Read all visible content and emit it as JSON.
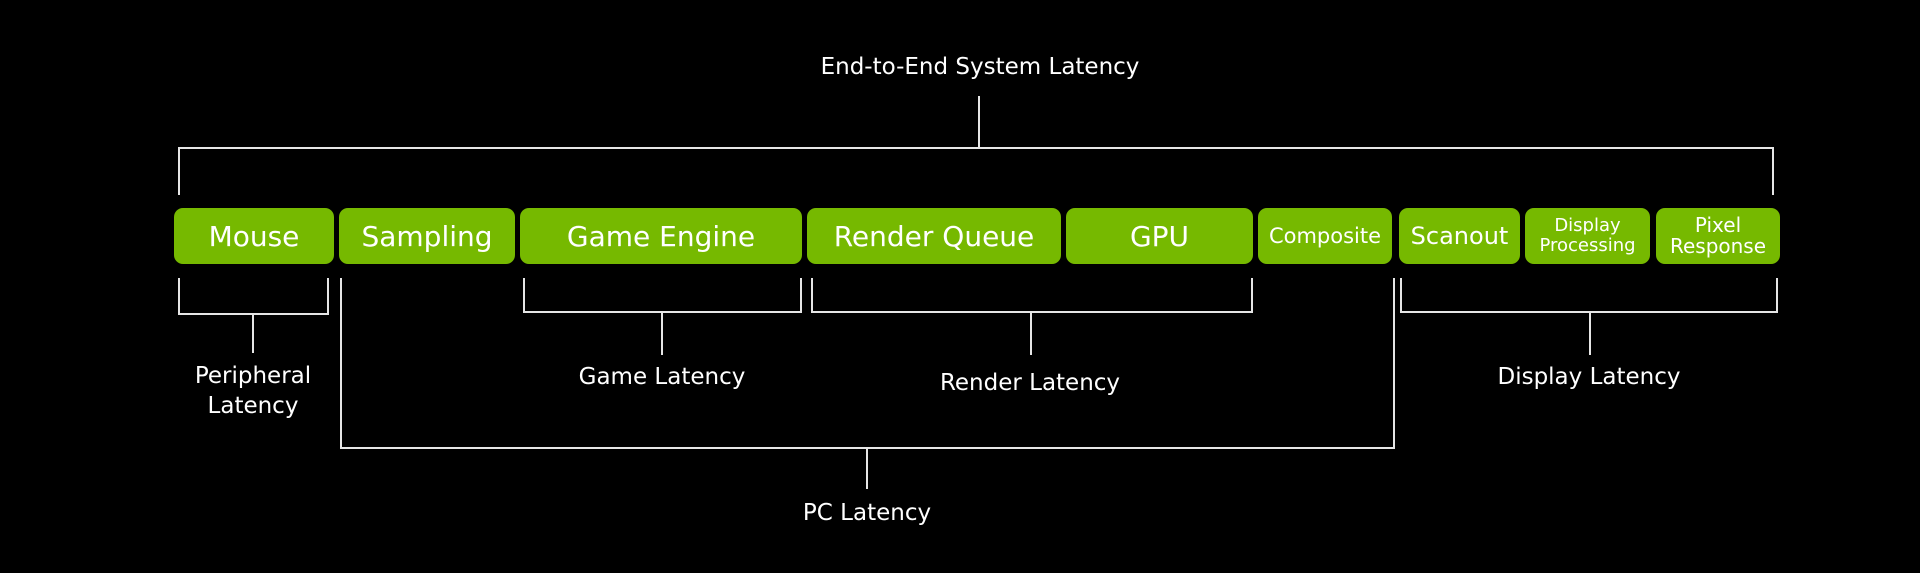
{
  "title": "End-to-End System Latency",
  "stages": {
    "mouse": "Mouse",
    "sampling": "Sampling",
    "game_engine": "Game Engine",
    "render_queue": "Render Queue",
    "gpu": "GPU",
    "composite": "Composite",
    "scanout": "Scanout",
    "display_processing": [
      "Display",
      "Processing"
    ],
    "pixel_response": [
      "Pixel",
      "Response"
    ]
  },
  "groups": {
    "peripheral": [
      "Peripheral",
      "Latency"
    ],
    "game": "Game Latency",
    "render": "Render Latency",
    "display": "Display Latency",
    "pc": "PC Latency"
  },
  "colors": {
    "box": "#76b900",
    "background": "#000000",
    "line": "#e6e6e6"
  }
}
